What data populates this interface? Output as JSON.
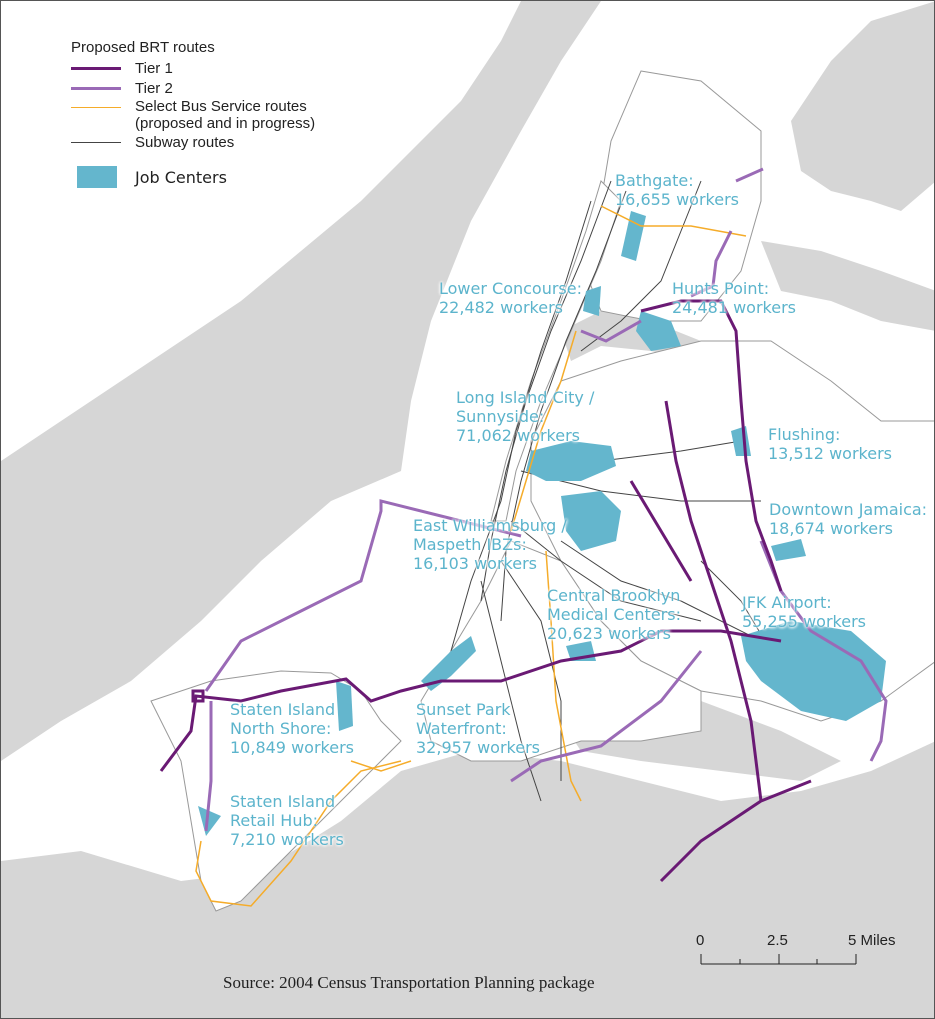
{
  "legend": {
    "title": "Proposed BRT routes",
    "tier1": "Tier 1",
    "tier2": "Tier 2",
    "sbs_line1": "Select Bus Service routes",
    "sbs_line2": "(proposed and in progress)",
    "subway": "Subway routes",
    "job_centers": "Job Centers"
  },
  "colors": {
    "tier1": "#6a1a74",
    "tier2": "#9a6ab6",
    "sbs": "#f5ac2a",
    "subway": "#444444",
    "job_center": "#64b6cd",
    "water": "#d6d6d6",
    "label": "#5cb4cc"
  },
  "job_centers": [
    {
      "name": "Bathgate:",
      "workers": "16,655 workers"
    },
    {
      "name": "Lower Concourse:",
      "workers": "22,482 workers"
    },
    {
      "name": "Hunts Point:",
      "workers": "24,481 workers"
    },
    {
      "name": "Long Island City /",
      "name2": "Sunnyside:",
      "workers": "71,062 workers"
    },
    {
      "name": "Flushing:",
      "workers": "13,512 workers"
    },
    {
      "name": "Downtown Jamaica:",
      "workers": "18,674 workers"
    },
    {
      "name": "East Williamsburg /",
      "name2": "Maspeth IBZs:",
      "workers": "16,103 workers"
    },
    {
      "name": "Central Brooklyn",
      "name2": "Medical Centers:",
      "workers": "20,623 workers"
    },
    {
      "name": "JFK Airport:",
      "workers": "55,255 workers"
    },
    {
      "name": "Staten Island",
      "name2": "North Shore:",
      "workers": "10,849 workers"
    },
    {
      "name": "Sunset Park",
      "name2": "Waterfront:",
      "workers": "32,957 workers"
    },
    {
      "name": "Staten Island",
      "name2": "Retail Hub:",
      "workers": "7,210 workers"
    }
  ],
  "scale": {
    "t0": "0",
    "t1": "2.5",
    "t2": "5 Miles"
  },
  "source": "Source: 2004 Census Transportation Planning package"
}
